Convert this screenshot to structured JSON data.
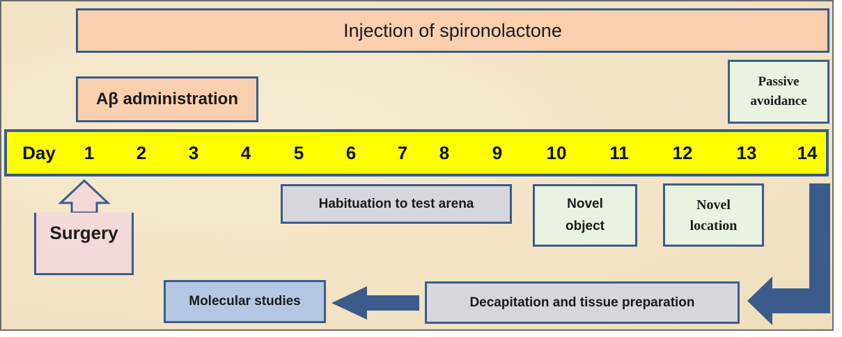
{
  "injection_label": "Injection of spironolactone",
  "abeta_label": "Aβ administration",
  "passive_avoidance_label": "Passive avoidance",
  "timeline": {
    "day_label": "Day",
    "days": [
      "1",
      "2",
      "3",
      "4",
      "5",
      "6",
      "7",
      "8",
      "9",
      "10",
      "11",
      "12",
      "13",
      "14"
    ]
  },
  "surgery_label": "Surgery",
  "habituation_label": "Habituation to test arena",
  "novel_object_label": "Novel object",
  "novel_location_label": "Novel location",
  "decapitation_label": "Decapitation and tissue preparation",
  "molecular_label": "Molecular studies",
  "colors": {
    "border": "#3b5b8c",
    "arrow": "#3b5b8c",
    "peach": "#f9cfae",
    "yellow": "#ffff00",
    "pale_green": "#eaf2e2",
    "grey": "#d6d6dc",
    "blue": "#b4c8e4",
    "pink": "#f4d9d9"
  }
}
